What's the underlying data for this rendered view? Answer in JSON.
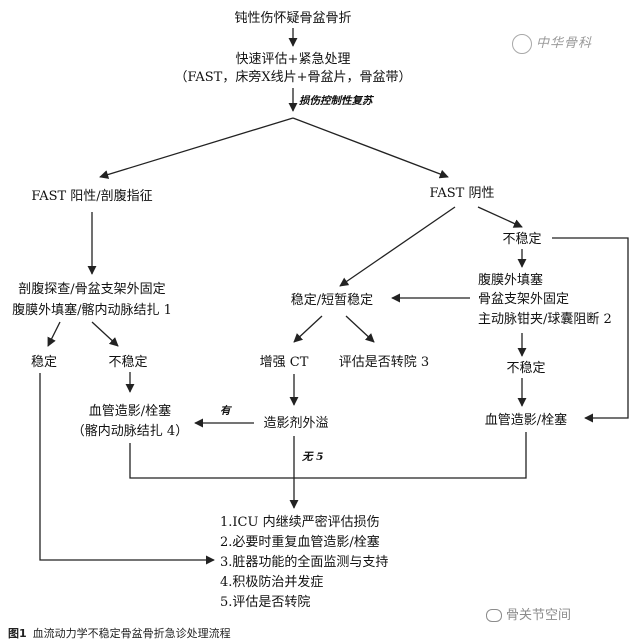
{
  "nodes": {
    "start": "钝性伤怀疑骨盆骨折",
    "assess1": "快速评估+紧急处理",
    "assess2": "（FAST，床旁X线片+骨盆片，骨盆带）",
    "fast_pos": "FAST 阳性/剖腹指征",
    "fast_neg": "FAST 阴性",
    "unstable_r": "不稳定",
    "lap1": "剖腹探查/骨盆支架外固定",
    "lap2": "腹膜外填塞/髂内动脉结扎 1",
    "stable_short": "稳定/短暂稳定",
    "pack1": "腹膜外填塞",
    "pack2": "骨盆支架外固定",
    "pack3": "主动脉钳夹/球囊阻断 2",
    "stable_l": "稳定",
    "unstable_l": "不稳定",
    "ct": "增强 CT",
    "transfer3": "评估是否转院 3",
    "unstable_r2": "不稳定",
    "angio_l1": "血管造影/栓塞",
    "angio_l2": "（髂内动脉结扎 4）",
    "extrav": "造影剂外溢",
    "angio_r": "血管造影/栓塞",
    "final": [
      "1.ICU 内继续严密评估损伤",
      "2.必要时重复血管造影/栓塞",
      "3.脏器功能的全面监测与支持",
      "4.积极防治并发症",
      "5.评估是否转院"
    ]
  },
  "labels": {
    "damage_control": "损伤控制性复苏",
    "yes": "有",
    "no": "无 5"
  },
  "watermarks": {
    "top": "中华骨科",
    "bottom": "骨关节空间"
  },
  "caption": {
    "figure": "图1",
    "text": "血流动力学不稳定骨盆骨折急诊处理流程"
  }
}
